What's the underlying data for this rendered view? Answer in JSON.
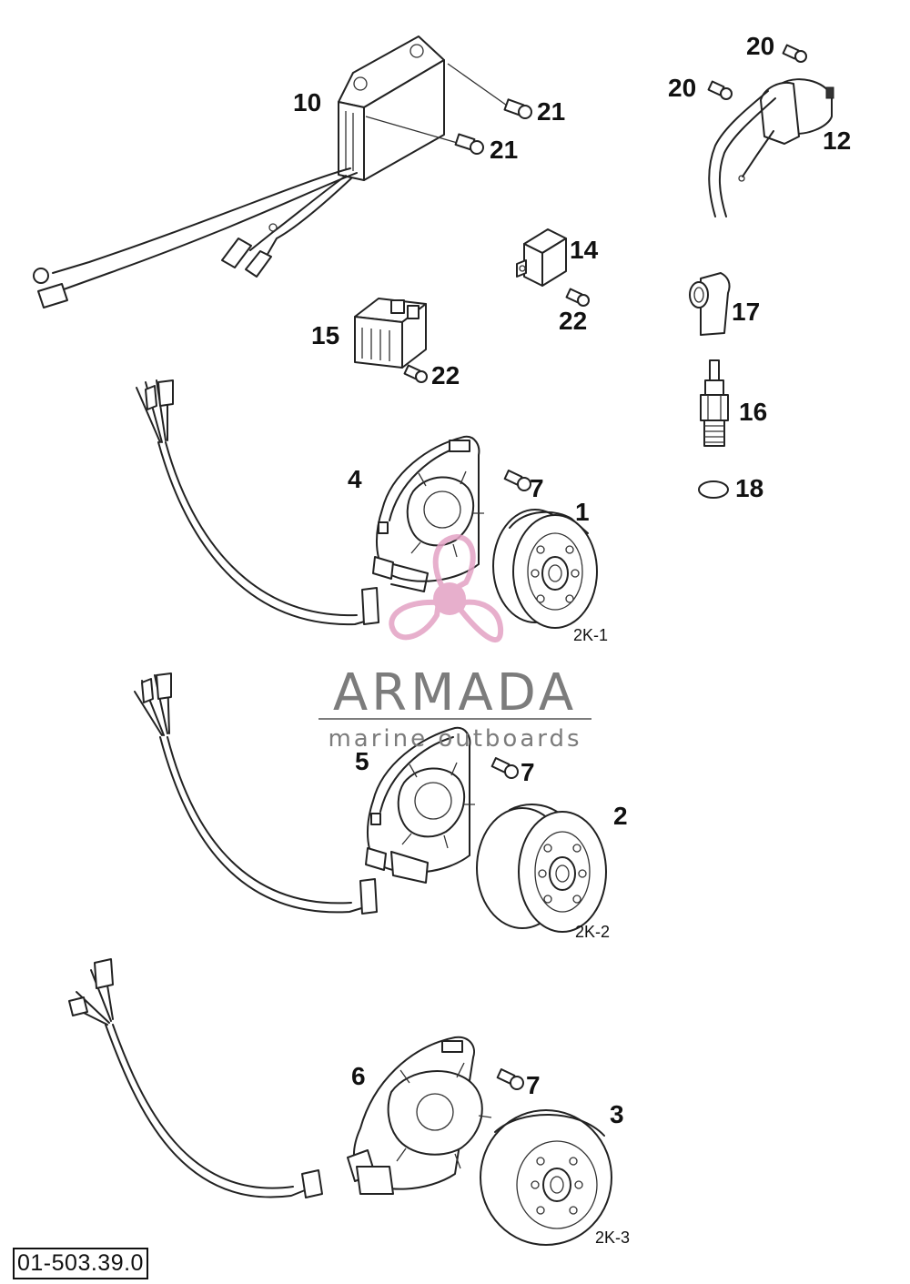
{
  "callouts": {
    "p10": "10",
    "p21a": "21",
    "p21b": "21",
    "p20a": "20",
    "p20b": "20",
    "p12": "12",
    "p14": "14",
    "p22a": "22",
    "p15": "15",
    "p22b": "22",
    "p17": "17",
    "p16": "16",
    "p18": "18",
    "p4": "4",
    "p7a": "7",
    "p1": "1",
    "p5": "5",
    "p7b": "7",
    "p2": "2",
    "p6": "6",
    "p7c": "7",
    "p3": "3"
  },
  "variants": {
    "v1": "2K-1",
    "v2": "2K-2",
    "v3": "2K-3"
  },
  "watermark": {
    "brand": "ARMADA",
    "tagline": "marine outboards",
    "logo_color": "#e3a2c4",
    "text_color": "#7c7c7c"
  },
  "drawing_number": "01-503.39.0"
}
